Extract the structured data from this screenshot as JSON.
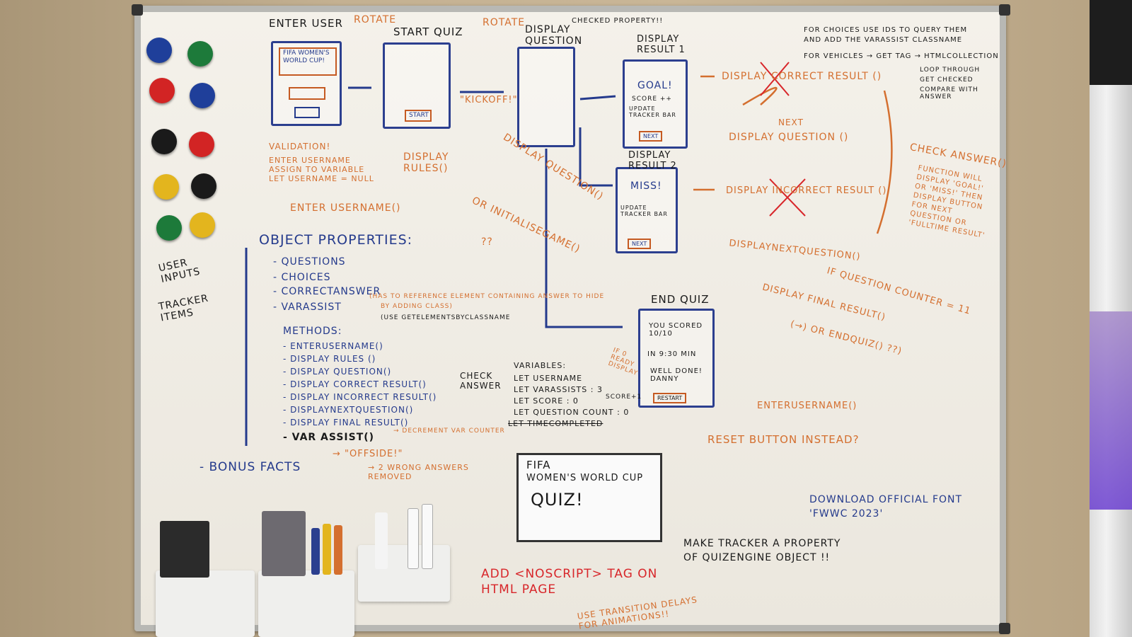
{
  "photo": {
    "texts": {
      "enter_user": "ENTER USER",
      "start_quiz": "START QUIZ",
      "display_question": "DISPLAY QUESTION",
      "display_result_1": "DISPLAY RESULT 1",
      "display_result_2": "DISPLAY RESULT 2",
      "end_quiz": "END QUIZ",
      "rotate_1": "ROTATE",
      "rotate_2": "ROTATE",
      "kickoff": "\"KICKOFF!\"",
      "checked_property": "CHECKED PROPERTY!!",
      "note_choices": "FOR CHOICES USE IDS TO QUERY THEM AND ADD THE VARASSIST CLASSNAME",
      "note_vehicles": "FOR VEHICLES → GET TAG → HTMLCOLLECTION",
      "note_loop": "LOOP THROUGH",
      "note_checked": "GET CHECKED",
      "note_compare": "COMPARE WITH ANSWER",
      "welcome_title": "FIFA WOMEN'S WORLD CUP!",
      "goal": "GOAL!",
      "score_plus": "SCORE ++",
      "update_tracker_bar_1": "UPDATE TRACKER BAR",
      "miss": "MISS!",
      "update_tracker_bar_2": "UPDATE TRACKER BAR",
      "next": "NEXT",
      "start": "START",
      "you_scored": "YOU SCORED 10/10",
      "in_time": "IN 9:30 MIN",
      "well_done": "WELL DONE! DANNY",
      "restart": "RESTART",
      "validation": "VALIDATION!",
      "enter_username_note": "ENTER USERNAME ASSIGN TO VARIABLE LET USERNAME = NULL",
      "enter_username_fn": "ENTER USERNAME()",
      "display_rules_fn": "DISPLAY RULES()",
      "display_question_fn": "DISPLAY QUESTION()",
      "or_initialisegame": "OR INITIALISEGAME()",
      "qq": "??",
      "display_correct_result_fn": "DISPLAY CORRECT RESULT ()",
      "next_label": "NEXT",
      "display_next_question_fn_1": "DISPLAY QUESTION ()",
      "display_incorrect_result_fn": "DISPLAY INCORRECT RESULT ()",
      "display_next_question_fn_2": "DISPLAYNEXTQUESTION()",
      "check_answer_fn": "CHECK ANSWER()",
      "check_answer_note": "FUNCTION WILL DISPLAY 'GOAL!' OR 'MISS!' THEN DISPLAY BUTTON FOR NEXT QUESTION OR 'FULLTIME RESULT'",
      "if_question_counter": "IF QUESTION COUNTER = 11",
      "display_final_result_fn": "DISPLAY FINAL RESULT()",
      "or_endquiz": "(→) OR ENDQUIZ() ??)",
      "enter_username_fn_2": "ENTERUSERNAME()",
      "reset_button": "RESET BUTTON INSTEAD?",
      "object_properties": "OBJECT PROPERTIES:",
      "user_inputs": "USER INPUTS",
      "tracker_items": "TRACKER ITEMS",
      "prop_questions": "- QUESTIONS",
      "prop_choices": "- CHOICES",
      "prop_correctanswer": "- CORRECTANSWER",
      "prop_varassist": "- VARASSIST",
      "varassist_note_1": "(HAS TO REFERENCE ELEMENT CONTAINING ANSWER TO HIDE",
      "varassist_note_2": "BY ADDING CLASS)",
      "varassist_note_3": "(USE GETELEMENTSBYCLASSNAME",
      "methods": "METHODS:",
      "m_enterusername": "- ENTERUSERNAME()",
      "m_displayrules": "- DISPLAY RULES ()",
      "m_displayquestion": "- DISPLAY QUESTION()",
      "m_displaycorrect": "- DISPLAY CORRECT RESULT()",
      "m_displayincorrect": "- DISPLAY INCORRECT RESULT()",
      "m_displaynext": "- DISPLAYNEXTQUESTION()",
      "m_displayfinal": "- DISPLAY FINAL RESULT()",
      "m_varassist": "- VAR ASSIST()",
      "check_answer_side": "CHECK ANSWER",
      "decrement_note": "→ DECREMENT VAR COUNTER",
      "offside": "→ \"OFFSIDE!\"",
      "wrong_answers": "→ 2 WRONG ANSWERS REMOVED",
      "bonus_facts": "- BONUS FACTS",
      "variables": "VARIABLES:",
      "v_username": "LET USERNAME",
      "v_varassists": "LET VARASSISTS : 3",
      "v_score": "LET SCORE : 0",
      "score_note": "SCORE+1",
      "v_questioncount": "LET QUESTION COUNT : 0",
      "v_timecompleted": "LET TIMECOMPLETED",
      "if_note": "IF 0 READY DISPLAY",
      "quiz_title_1": "FIFA",
      "quiz_title_2": "WOMEN'S WORLD CUP",
      "quiz_title_3": "QUIZ!",
      "download_font": "DOWNLOAD OFFICIAL FONT 'FWWC 2023'",
      "make_tracker": "MAKE TRACKER A PROPERTY OF QUIZENGINE OBJECT !!",
      "add_noscript": "ADD <NOSCRIPT> TAG ON HTML PAGE",
      "use_transition": "USE TRANSITION DELAYS FOR ANIMATIONS!!"
    },
    "colors": {
      "orange_ink": "#d46f2f",
      "blue_ink": "#243a8c",
      "red_ink": "#d8262a",
      "board": "#f1eee6"
    }
  }
}
